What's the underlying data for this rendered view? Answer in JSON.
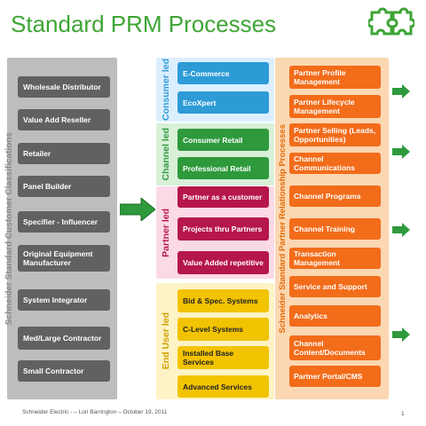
{
  "title": "Standard PRM Processes",
  "colors": {
    "title_green": "#3fa535",
    "gray_button": "#616161",
    "consumer_blue": "#2d9bd6",
    "channel_green": "#2e9a3c",
    "partner_magenta": "#b5174b",
    "enduser_yellow": "#f2c300",
    "orange_button": "#f26c1a"
  },
  "customer_panel": {
    "label": "Schneider Standard Customer Classifications",
    "items": [
      "Wholesale Distributor",
      "Value Add Reseller",
      "Retailer",
      "Panel Builder",
      "Specifier - Influencer",
      "Original Equipment Manufacturer",
      "System Integrator",
      "Med/Large Contractor",
      "Small Contractor"
    ]
  },
  "sections": {
    "consumer": {
      "label": "Consumer led",
      "items": [
        "E-Commerce",
        "EcoXpert"
      ]
    },
    "channel": {
      "label": "Channel led",
      "items": [
        "Consumer Retail",
        "Professional Retail"
      ]
    },
    "partner": {
      "label": "Partner led",
      "items": [
        "Partner as a customer",
        "Projects thru Partners",
        "Value Added repetitive"
      ]
    },
    "enduser": {
      "label": "End User led",
      "items": [
        "Bid & Spec. Systems",
        "C-Level Systems",
        "Installed Base Services",
        "Advanced Services"
      ]
    }
  },
  "process_panel": {
    "label": "Schneider Standard Partner Relationship Processes",
    "items": [
      "Partner Profile Management",
      "Partner Lifecycle Management",
      "Partner Selling (Leads, Opportunities)",
      "Channel Communications",
      "Channel Programs",
      "Channel Training",
      "Transaction Management",
      "Service and Support",
      "Analytics",
      "Channel Content/Documents",
      "Partner Portal/CMS"
    ]
  },
  "footer": "Schneider Electric  -  – Lori Barrington – October 19, 2011",
  "page_number": "1"
}
